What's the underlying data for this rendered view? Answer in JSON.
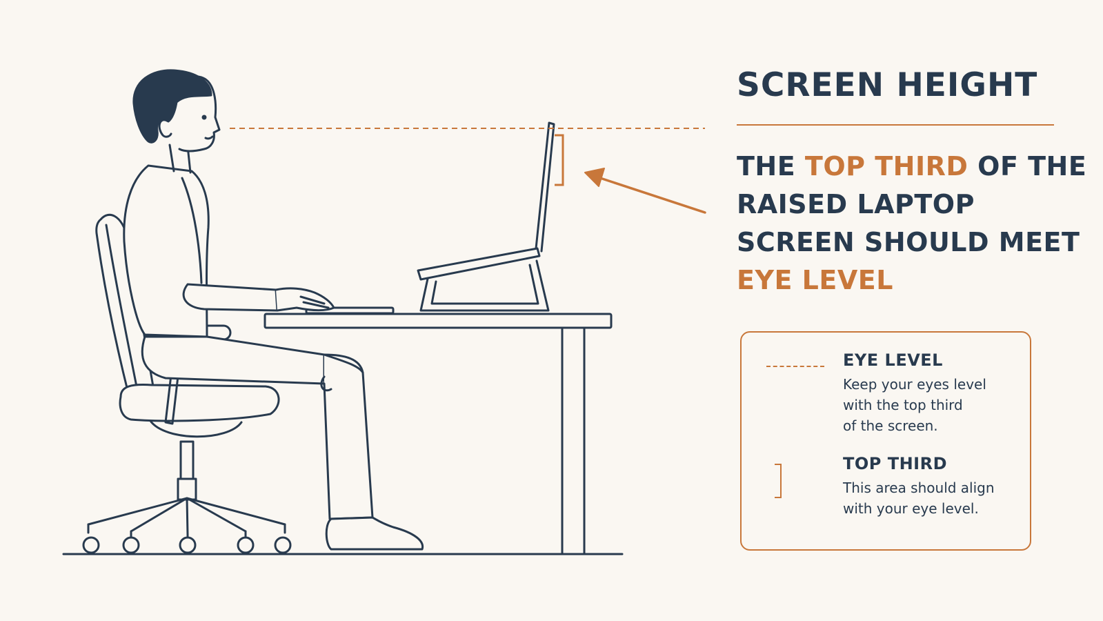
{
  "header": {
    "title": "SCREEN HEIGHT"
  },
  "headline": {
    "part1": "THE ",
    "highlight1": "TOP THIRD",
    "part2": " OF THE RAISED LAPTOP SCREEN SHOULD MEET ",
    "highlight2": "EYE LEVEL"
  },
  "legend": {
    "eye_level": {
      "title": "EYE LEVEL",
      "line1": "Keep your eyes level",
      "line2": "with the top third",
      "line3": "of the screen."
    },
    "top_third": {
      "title": "TOP THIRD",
      "line1": "This area should align",
      "line2": "with your eye level."
    }
  },
  "colors": {
    "ink": "#283a4e",
    "accent": "#c8773a",
    "background": "#faf7f2"
  },
  "icons": [
    "person-figure",
    "office-chair-icon",
    "desk-icon",
    "laptop-icon",
    "laptop-stand-icon",
    "keyboard-icon",
    "arrow-icon"
  ]
}
